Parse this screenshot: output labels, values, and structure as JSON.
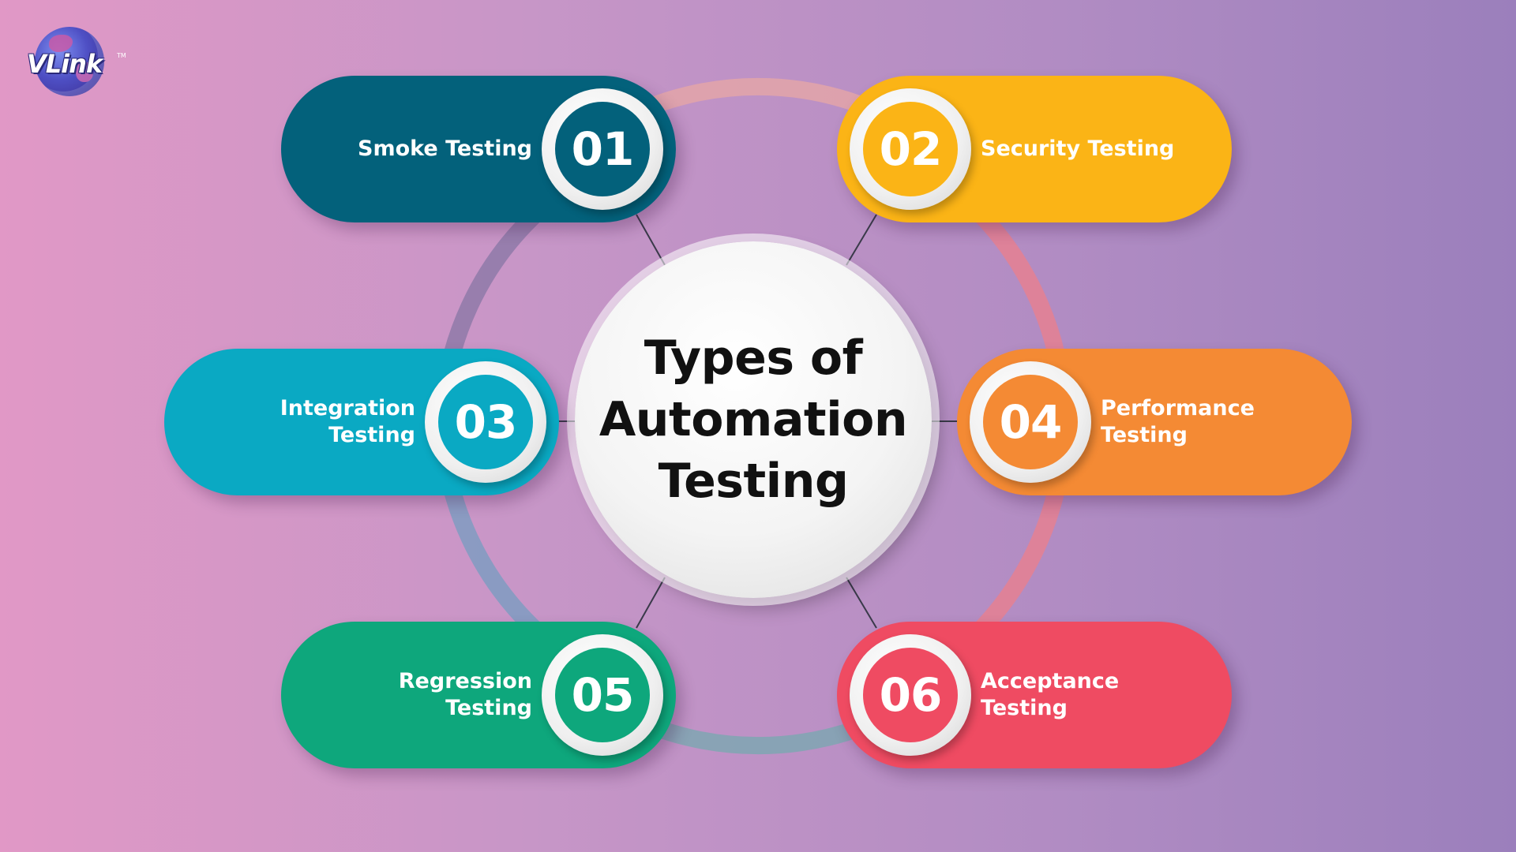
{
  "logo": {
    "text": "VLink",
    "trademark": "TM"
  },
  "center": {
    "title": "Types of Automation Testing"
  },
  "items": [
    {
      "number": "01",
      "label": "Smoke Testing",
      "color": "#03617b",
      "badge_color": "#03617b"
    },
    {
      "number": "02",
      "label": "Security Testing",
      "color": "#fbb416",
      "badge_color": "#fbb416"
    },
    {
      "number": "03",
      "label": "Integration Testing",
      "color": "#0aa9c3",
      "badge_color": "#0aa9c3"
    },
    {
      "number": "04",
      "label": "Performance Testing",
      "color": "#f48a34",
      "badge_color": "#f48a34"
    },
    {
      "number": "05",
      "label": "Regression Testing",
      "color": "#0ea77c",
      "badge_color": "#0ea77c"
    },
    {
      "number": "06",
      "label": "Acceptance Testing",
      "color": "#ef4b62",
      "badge_color": "#ef4b62"
    }
  ],
  "ring_colors": {
    "top": "#e3a4a8",
    "right": "#e9808f",
    "left_top": "#8b78a6",
    "left_bottom": "#7a9cc0",
    "bottom": "#7fa6b2"
  }
}
